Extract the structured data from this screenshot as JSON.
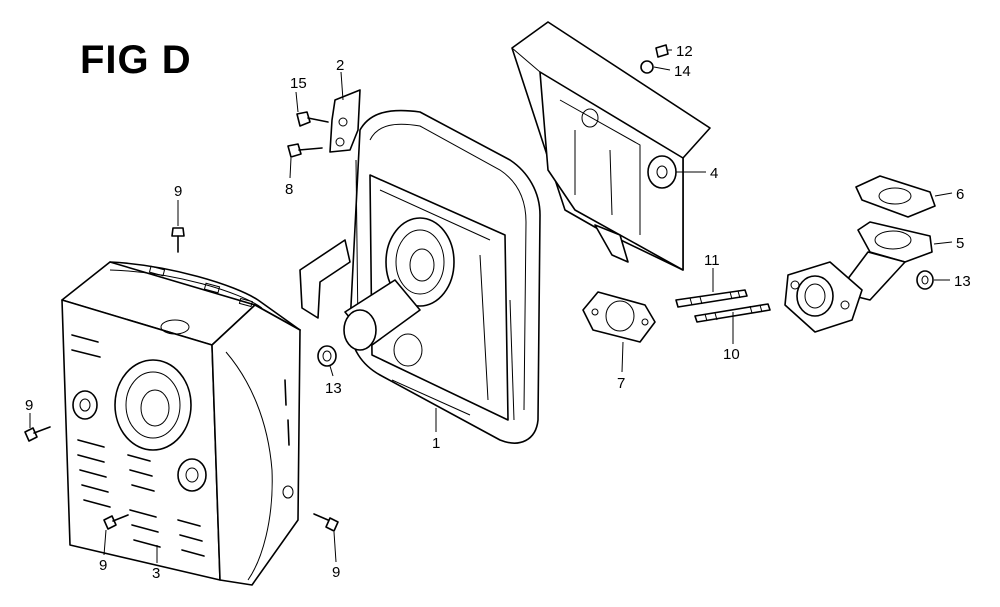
{
  "figure": {
    "title": "FIG D"
  },
  "callouts": [
    {
      "id": "c15",
      "label": "15"
    },
    {
      "id": "c2",
      "label": "2"
    },
    {
      "id": "c8",
      "label": "8"
    },
    {
      "id": "c9a",
      "label": "9"
    },
    {
      "id": "c12",
      "label": "12"
    },
    {
      "id": "c14",
      "label": "14"
    },
    {
      "id": "c4",
      "label": "4"
    },
    {
      "id": "c6",
      "label": "6"
    },
    {
      "id": "c5",
      "label": "5"
    },
    {
      "id": "c13a",
      "label": "13"
    },
    {
      "id": "c11",
      "label": "11"
    },
    {
      "id": "c10",
      "label": "10"
    },
    {
      "id": "c7",
      "label": "7"
    },
    {
      "id": "c13b",
      "label": "13"
    },
    {
      "id": "c1",
      "label": "1"
    },
    {
      "id": "c9b",
      "label": "9"
    },
    {
      "id": "c9c",
      "label": "9"
    },
    {
      "id": "c3",
      "label": "3"
    },
    {
      "id": "c9d",
      "label": "9"
    }
  ]
}
